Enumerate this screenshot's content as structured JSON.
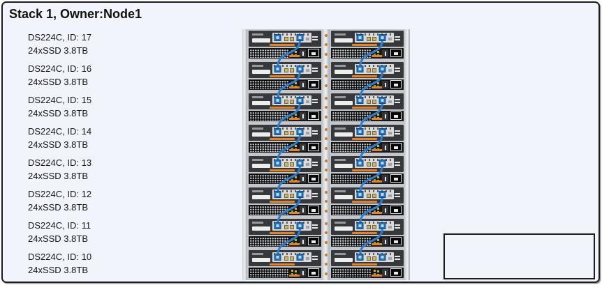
{
  "title": "Stack 1, Owner:Node1",
  "shelves": [
    {
      "label": "DS224C, ID: 17",
      "drives": "24xSSD 3.8TB"
    },
    {
      "label": "DS224C, ID: 16",
      "drives": "24xSSD 3.8TB"
    },
    {
      "label": "DS224C, ID: 15",
      "drives": "24xSSD 3.8TB"
    },
    {
      "label": "DS224C, ID: 14",
      "drives": "24xSSD 3.8TB"
    },
    {
      "label": "DS224C, ID: 13",
      "drives": "24xSSD 3.8TB"
    },
    {
      "label": "DS224C, ID: 12",
      "drives": "24xSSD 3.8TB"
    },
    {
      "label": "DS224C, ID: 11",
      "drives": "24xSSD 3.8TB"
    },
    {
      "label": "DS224C, ID: 10",
      "drives": "24xSSD 3.8TB"
    }
  ],
  "note_box": {
    "text": ""
  },
  "colors": {
    "figure_bg": "#f1f4fa",
    "border": "#1c1c1c",
    "cable_blue": "#2b7fd0",
    "port_blue": "#1f72c0",
    "port_edge": "#0e4d86",
    "port_center": "#bcd9f2",
    "handle_orange": "#e8821e",
    "chassis_gray": "#c3c6ca",
    "iom_dark": "#37383b",
    "psu_black": "#17181a"
  }
}
